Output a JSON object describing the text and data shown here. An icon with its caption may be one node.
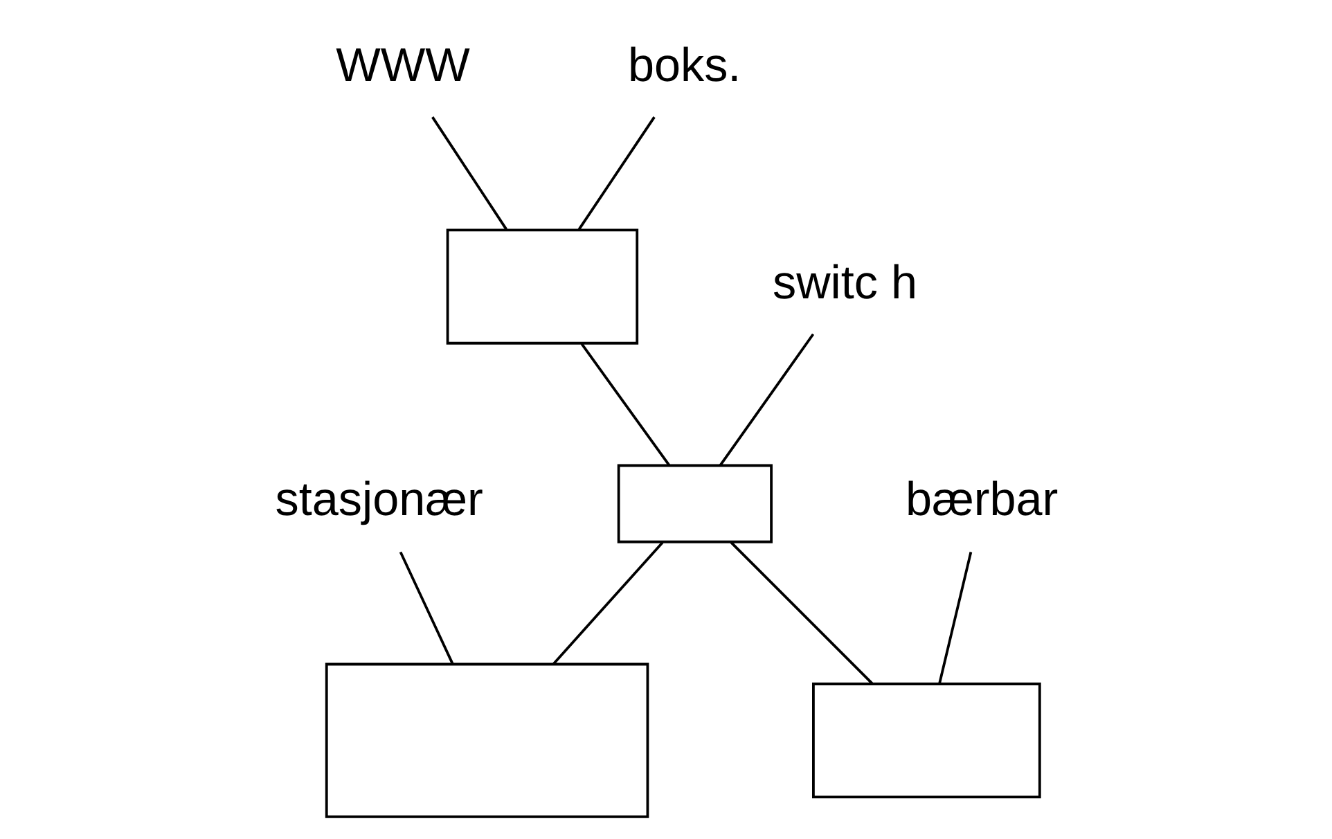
{
  "diagram": {
    "nodes": [
      {
        "text": [
          "WWW"
        ]
      },
      {
        "text": [
          "boks."
        ]
      },
      {
        "text": [],
        "shape": "box"
      },
      {
        "text": [
          "switc h"
        ]
      },
      {
        "text": [],
        "shape": "box"
      },
      {
        "text": [],
        "shape": "box"
      },
      {
        "text": [
          "stasjonær"
        ]
      },
      {
        "text": [],
        "shape": "box"
      },
      {
        "text": [
          "bærbar"
        ]
      }
    ],
    "edges": [
      {
        "from": 0,
        "to": 2,
        "arrow": "none"
      },
      {
        "from": 1,
        "to": 2,
        "arrow": "none"
      },
      {
        "from": 2,
        "to": 4,
        "arrow": "none"
      },
      {
        "from": 3,
        "to": 4,
        "arrow": "none"
      },
      {
        "from": 4,
        "to": 5,
        "arrow": "none"
      },
      {
        "from": 4,
        "to": 7,
        "arrow": "none"
      },
      {
        "from": 6,
        "to": 5,
        "arrow": "none"
      },
      {
        "from": 8,
        "to": 7,
        "arrow": "none"
      }
    ]
  }
}
